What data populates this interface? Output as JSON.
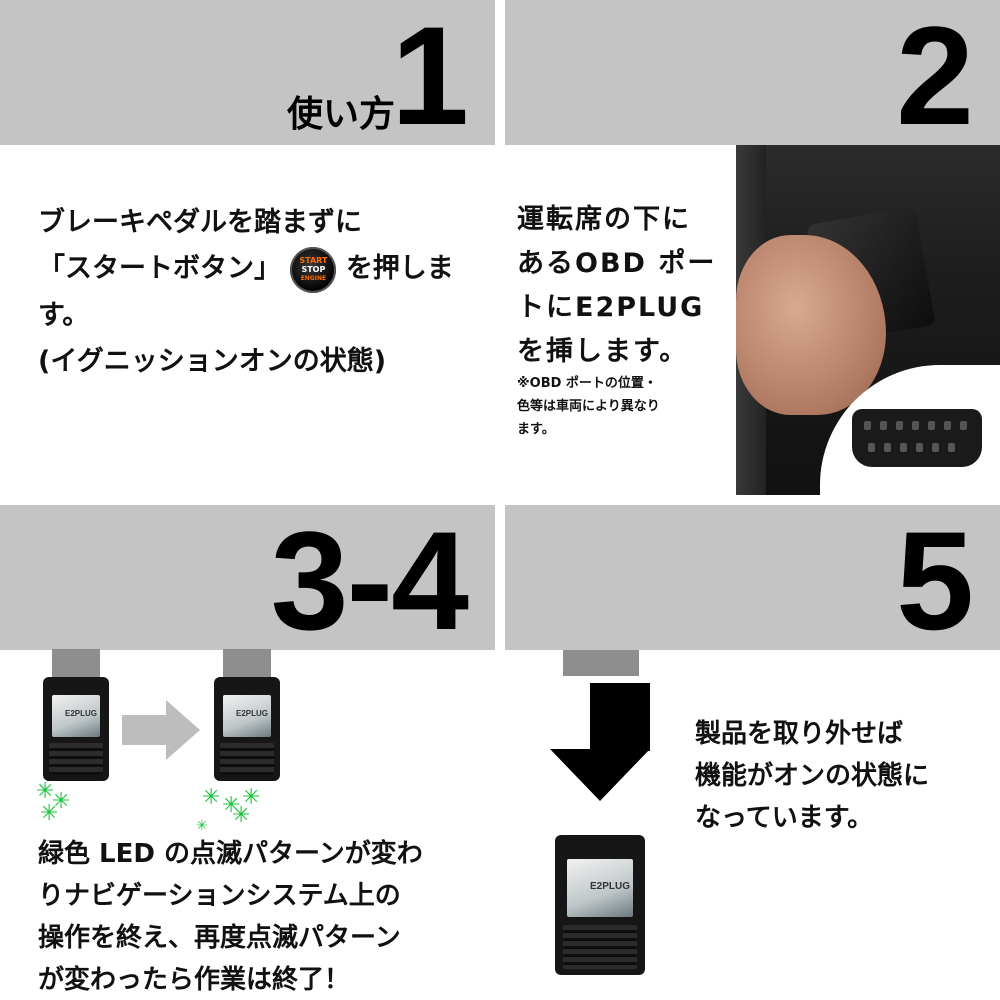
{
  "panel1": {
    "usage_label": "使い方",
    "number": "1",
    "text_lines": [
      "ブレーキペダルを踏まずに",
      "「スタートボタン」",
      "を押しま",
      "す。",
      "(イグニッションオンの状態)"
    ],
    "button_icon": {
      "line1": "START",
      "line2": "STOP",
      "line3": "ENGINE"
    }
  },
  "panel2": {
    "number": "2",
    "text_lines": [
      "運転席の下に",
      "あるOBD ポー",
      "トにE2PLUG",
      "を挿します。"
    ],
    "note_lines": [
      "※OBD ポートの位置・",
      "色等は車両により異なり",
      "ます。"
    ]
  },
  "panel3": {
    "number": "3-4",
    "device_label": "E2PLUG",
    "text_lines": [
      "緑色 LED の点滅パターンが変わ",
      "りナビゲーションシステム上の",
      "操作を終え、再度点滅パターン",
      "が変わったら作業は終了！"
    ]
  },
  "panel4": {
    "number": "5",
    "device_label": "E2PLUG",
    "text_lines": [
      "製品を取り外せば",
      "機能がオンの状態に",
      "なっています。"
    ]
  },
  "colors": {
    "band": "#c4c4c4",
    "led": "#19c43a",
    "button_text": "#ff6a00",
    "arrow_gray": "#bdbdbd"
  }
}
